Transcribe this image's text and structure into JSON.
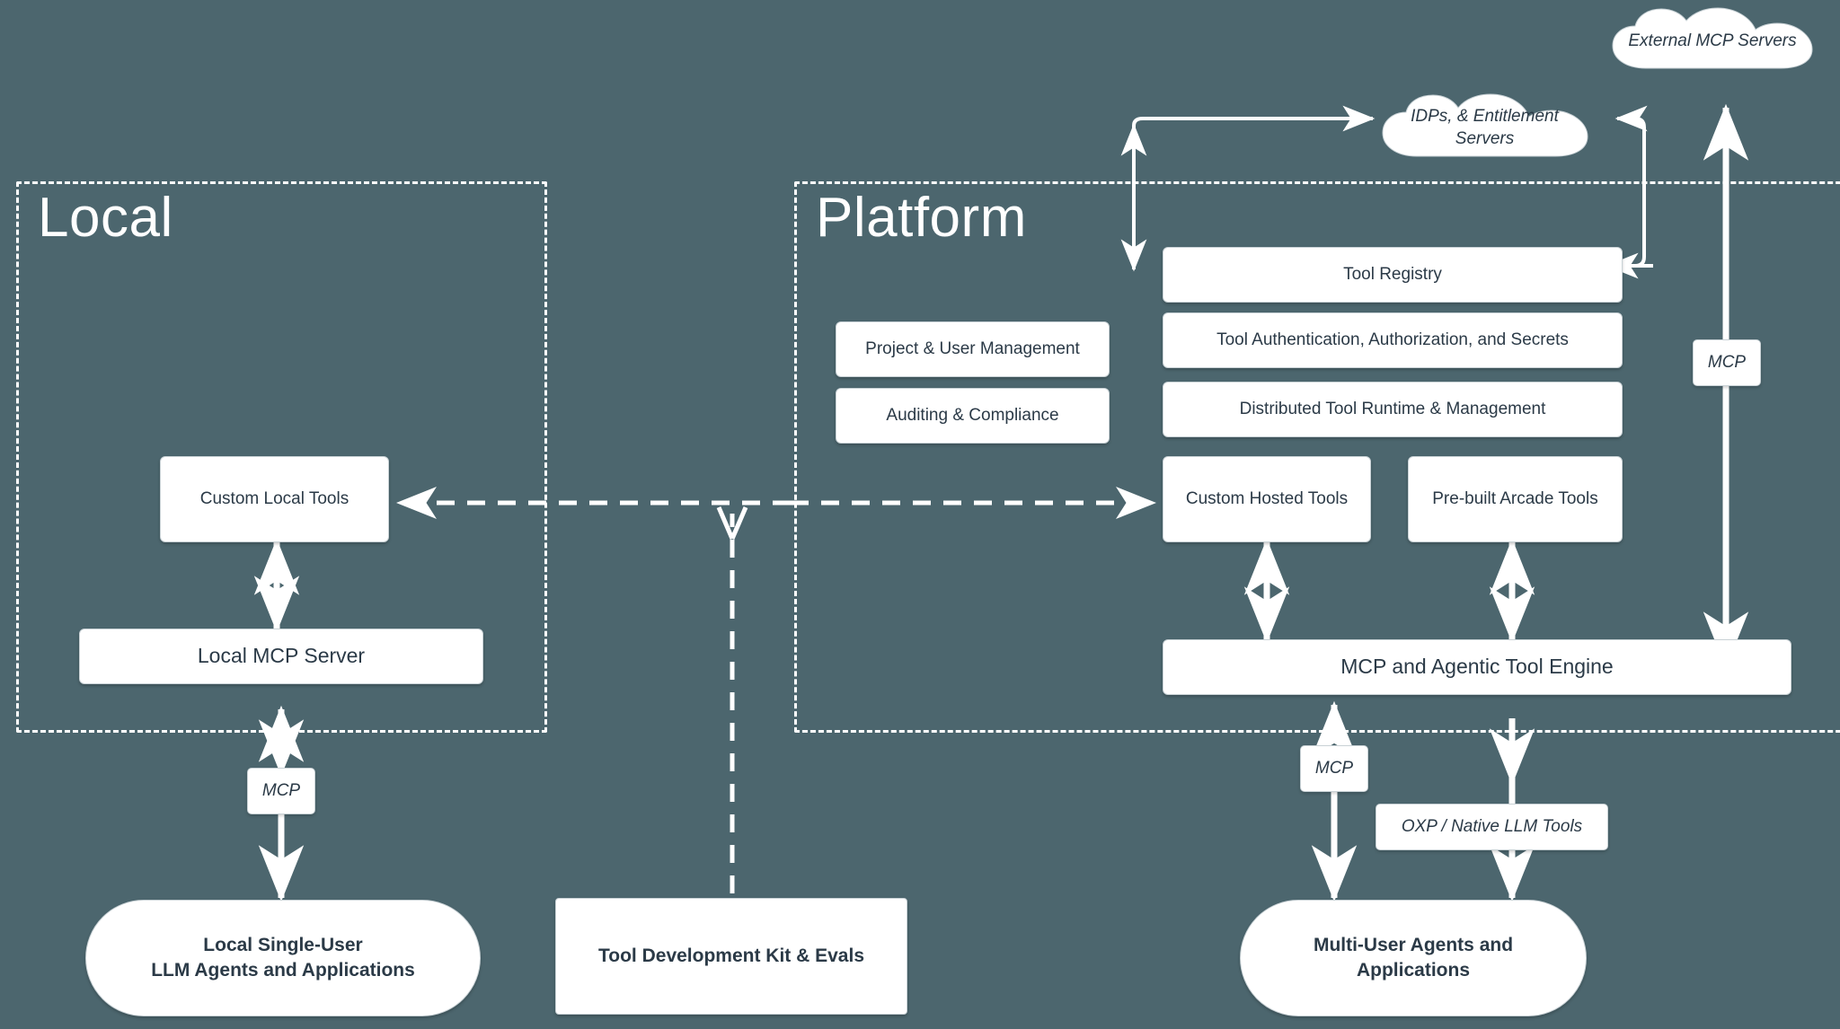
{
  "diagram": {
    "background_color": "#4c666e",
    "box_color": "#ffffff",
    "text_color": "#2b3a47",
    "line_color": "#ffffff"
  },
  "zones": {
    "local": {
      "title": "Local"
    },
    "platform": {
      "title": "Platform"
    }
  },
  "clouds": {
    "idps": {
      "label": "IDPs, & Entitlement Servers"
    },
    "external_mcp": {
      "label": "External MCP Servers"
    }
  },
  "platform_boxes": {
    "project_user_management": {
      "label": "Project & User Management"
    },
    "auditing_compliance": {
      "label": "Auditing & Compliance"
    },
    "tool_registry": {
      "label": "Tool Registry"
    },
    "tool_auth": {
      "label": "Tool Authentication, Authorization, and Secrets"
    },
    "distributed_runtime": {
      "label": "Distributed Tool Runtime & Management"
    },
    "custom_hosted_tools": {
      "label": "Custom Hosted Tools"
    },
    "prebuilt_arcade_tools": {
      "label": "Pre-built Arcade Tools"
    },
    "mcp_agentic_engine": {
      "label": "MCP and Agentic Tool Engine"
    }
  },
  "local_boxes": {
    "custom_local_tools": {
      "label": "Custom Local Tools"
    },
    "local_mcp_server": {
      "label": "Local MCP Server"
    }
  },
  "edge_labels": {
    "mcp_local": "MCP",
    "mcp_platform": "MCP",
    "mcp_external": "MCP",
    "oxp_native": "OXP / Native LLM Tools"
  },
  "consumers": {
    "local_agents": {
      "label": "Local Single-User\nLLM Agents and Applications",
      "line1": "Local Single-User",
      "line2": "LLM Agents and Applications"
    },
    "tool_dev_kit": {
      "label": "Tool Development Kit & Evals"
    },
    "multi_user_agents": {
      "label": "Multi-User Agents and Applications",
      "line1": "Multi-User Agents and",
      "line2": "Applications"
    }
  }
}
